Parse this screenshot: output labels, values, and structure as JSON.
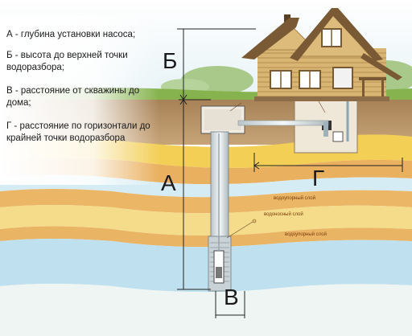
{
  "legend": {
    "a": "А - глубина установки насоса;",
    "b": "Б - высота до верхней точки водоразбора;",
    "v": "В - расстояние от скважины до дома;",
    "g": "Г - расстояние по горизонтали до крайней точки водоразбора"
  },
  "markers": {
    "a": "А",
    "b": "Б",
    "v": "В",
    "g": "Г"
  },
  "layers": {
    "aquifer_top": "водоупорный слой",
    "water_bearing": "водоносный слой",
    "aquifer_bottom": "водоупорный слой"
  },
  "colors": {
    "sky": "#e3f1f6",
    "grass": "#7fae4a",
    "soil_brown": "#9a7650",
    "sand_yellow": "#f2cd55",
    "clay_orange": "#ecb05c",
    "water_blue": "#bfe0ee",
    "house_log": "#d6b372",
    "roof": "#7f5f3a"
  }
}
